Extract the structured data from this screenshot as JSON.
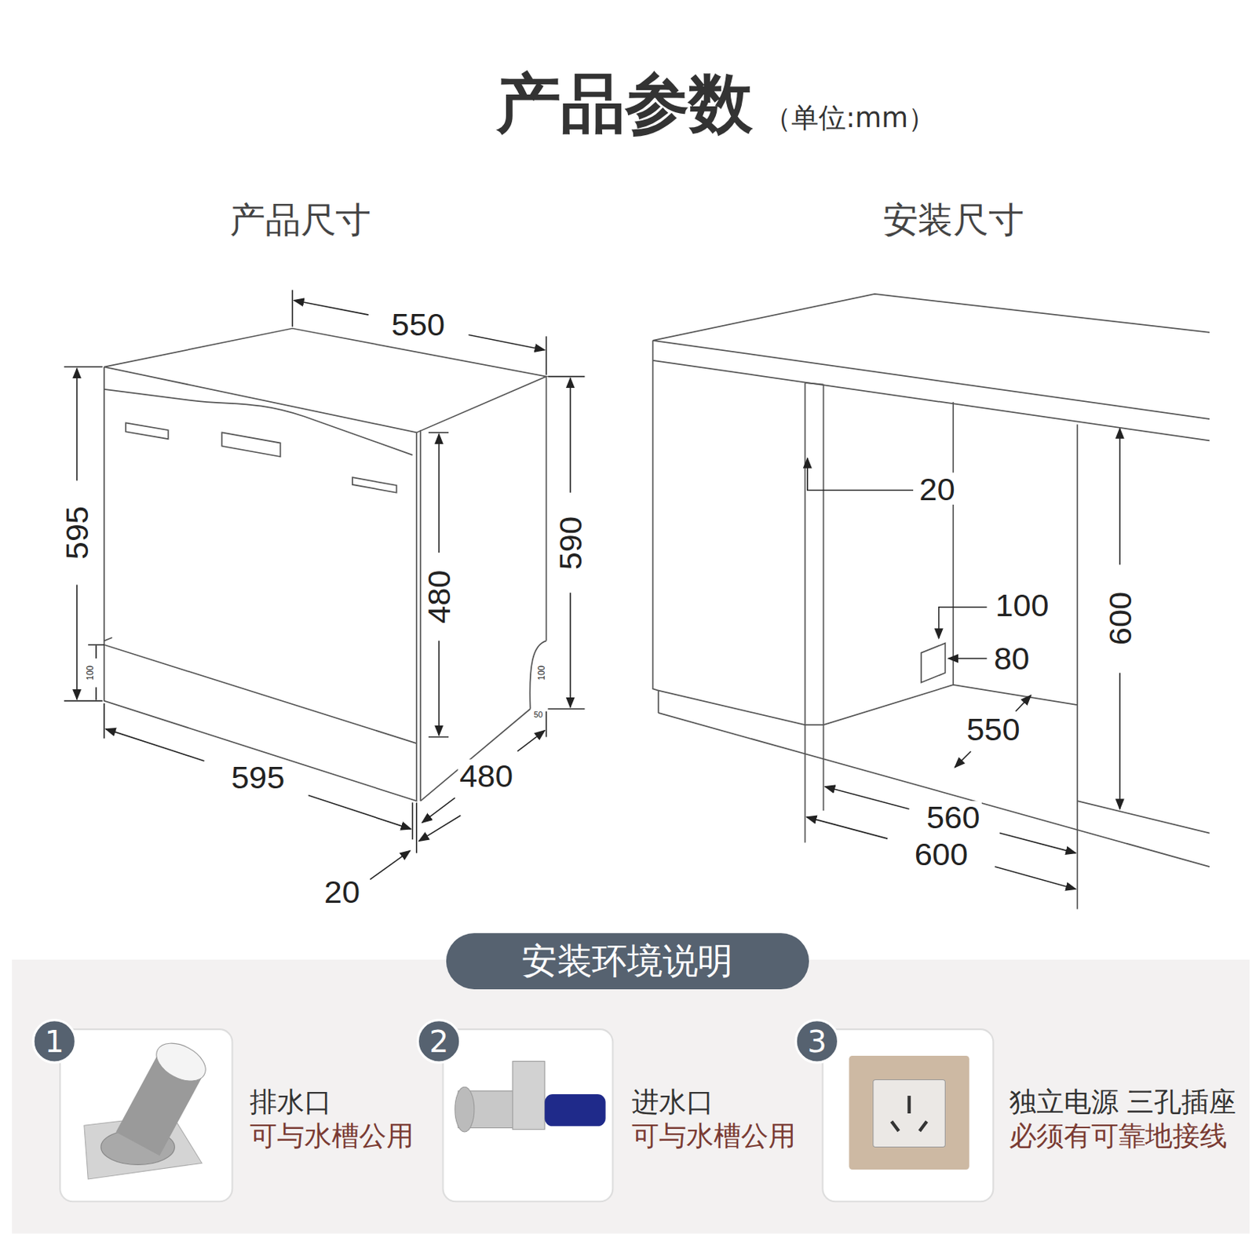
{
  "diagram": {
    "title": "产品参数",
    "nodes": [
      {
        "text": [
          "安装环境说明"
        ]
      },
      {
        "text": [
          "1"
        ]
      },
      {
        "text": [
          "2"
        ]
      },
      {
        "text": [
          "3"
        ]
      }
    ],
    "labels": [
      "（单位:mm）",
      "产品尺寸",
      "安装尺寸",
      "550",
      "595",
      "100",
      "480",
      "590",
      "100",
      "50",
      "595",
      "480",
      "20",
      "20",
      "100",
      "80",
      "550",
      "600",
      "560",
      "600",
      "排水口",
      "可与水槽公用",
      "进水口",
      "可与水槽公用",
      "独立电源 三孔插座",
      "必须有可靠地接线"
    ]
  }
}
